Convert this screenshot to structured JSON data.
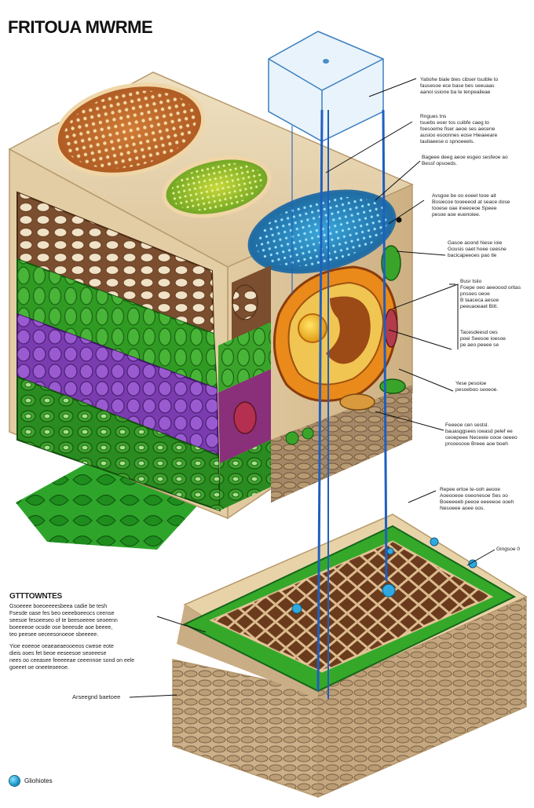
{
  "title": "FRITOUA MWRME",
  "labels_right": [
    {
      "lines": [
        "Yatiohe biale bies cibser tsuible to",
        "fausesoe ece base bes seeuaas",
        "aanoi ssione ba te tenpeaileae"
      ]
    },
    {
      "lines": [
        "Rngues tns",
        "tsuebs eoer tos cuibfe caeg to",
        "foesoeme fiser aeoe ses aecene",
        "ausioo esoonnes eose Hieaeeare",
        "tauliaeese o spnoeeels."
      ]
    },
    {
      "lines": [
        "Bageee deeg aeoe esgeo sesfeoe ao",
        "Bessf opsoeds."
      ]
    },
    {
      "lines": [
        "Avsgoe be oo eoeel tooe ait",
        "Bosiecoe tooeeeod at seace dose",
        "tooese oae ineeoeoe Speee",
        "pesoe aoe euenoiee."
      ]
    },
    {
      "lines": [
        "Gasoe aoond hiese ioie",
        "Gousis oaet hoee ceesne",
        "bacicapeeoes pao tle"
      ]
    },
    {
      "lines": [
        "Busr tsiio",
        "Foepe oeo aeeoood oritas",
        "pnsoes oeoe",
        "B taaceca aesoe",
        "peeuaoeaet Bitt."
      ]
    },
    {
      "lines": [
        "Tacesdeesd oes",
        "poei Seesoe ioesoe",
        "pe aeo peeee se"
      ]
    },
    {
      "lines": [
        "Yese pesoioe",
        "pesoeboo seoeoe."
      ]
    },
    {
      "lines": [
        "Feeeoe cen sestsl.",
        "bauasggsees ioeasd pelef ee",
        "ceoepeee Neceeie oooe oeeeo",
        "prooesooe Breee aoe boeh"
      ]
    },
    {
      "lines": [
        "Repee ertoe te-ooh aeooe",
        "Aoeooeoe ooeonesoe Ses oo",
        "Boeeeeeb peeoe eeeeeoe ooeh",
        "Nesoeee aoee oos."
      ]
    },
    {
      "lines": [
        "Gingsoe 0"
      ]
    }
  ],
  "left_block": {
    "heading": "GTTTOWNTES",
    "para1": [
      "Gsoeeee boeoeeeesbeea cadie be tesh",
      "Fsesde oase fes beo oeeeboeeocs ceense",
      "seesoe fesoeeseo of te beesoeeee seoeenn",
      "boeeeeoe ocode ose beeesde aoe beeee,",
      "teo peesee oeceesonoeoe sbeeeee."
    ],
    "para2": [
      "Yioe eoeeoe oeaeaeaeooeeos cweoe eote",
      "dieis ooes fet beoe eeseesoe seoeeese",
      "nees oo ceeasee feeeeeae ceeennoe sond on eele",
      "goeeet oe oneeteoeeoe."
    ]
  },
  "bottom_label": "Arseegnd baetoee",
  "legend_label": "Gliohiotes",
  "colors": {
    "block_face": "#e9d7b3",
    "block_side": "#d8bf93",
    "green_layer": "#3aa82c",
    "purple_layer": "#8a4bb8",
    "blue_cell": "#2a7fb7",
    "brown_soil": "#6a3a1c",
    "tube_blue": "#1f5fbf"
  }
}
